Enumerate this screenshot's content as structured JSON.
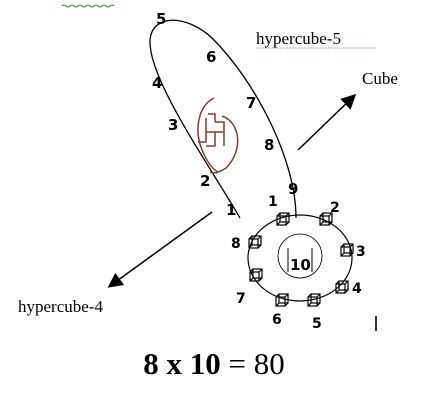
{
  "labels": {
    "hypercube5": "hypercube-5",
    "cube": "Cube",
    "hypercube4": "hypercube-4"
  },
  "big_loop_numbers": [
    "1",
    "2",
    "3",
    "4",
    "5",
    "6",
    "7",
    "8",
    "9"
  ],
  "small_loop_numbers": [
    "1",
    "2",
    "3",
    "4",
    "5",
    "6",
    "7",
    "8"
  ],
  "center_number": "10",
  "formula": {
    "a": "8",
    "times": "x",
    "b": "10",
    "equals": "=",
    "result": "80"
  },
  "colors": {
    "symbol": "#8b3a2a",
    "ink": "#000000",
    "squiggle": "#2e8b2e"
  }
}
